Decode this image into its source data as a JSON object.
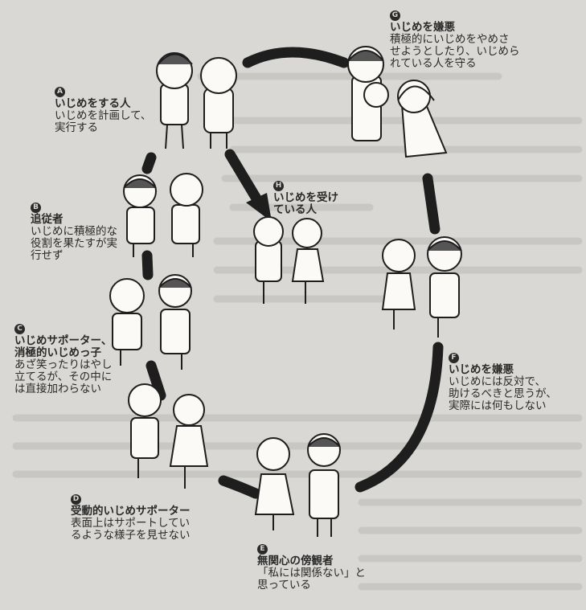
{
  "roles": [
    {
      "id": "A",
      "marker": "A",
      "title": "いじめをする人",
      "lines": [
        "いじめを計画して、",
        "実行する"
      ]
    },
    {
      "id": "B",
      "marker": "B",
      "title": "追従者",
      "lines": [
        "いじめに積極的な",
        "役割を果たすが実",
        "行せず"
      ]
    },
    {
      "id": "C",
      "marker": "C",
      "title": "いじめサポーター、",
      "title2": "消極的いじめっ子",
      "lines": [
        "あざ笑ったりはやし",
        "立てるが、その中に",
        "は直接加わらない"
      ]
    },
    {
      "id": "D",
      "marker": "D",
      "title": "受動的いじめサポーター",
      "lines": [
        "表面上はサポートしてい",
        "るような様子を見せない"
      ]
    },
    {
      "id": "E",
      "marker": "E",
      "title": "無関心の傍観者",
      "lines": [
        "「私には関係ない」と",
        "思っている"
      ]
    },
    {
      "id": "F",
      "marker": "F",
      "title": "いじめを嫌悪",
      "lines": [
        "いじめには反対で、",
        "助けるべきと思うが、",
        "実際には何もしない"
      ]
    },
    {
      "id": "G",
      "marker": "G",
      "title": "いじめを嫌悪",
      "lines": [
        "積極的にいじめをやめさ",
        "せようとしたり、いじめら",
        "れている人を守る"
      ]
    },
    {
      "id": "H",
      "marker": "H",
      "title": "いじめを受け",
      "title2": "ている人",
      "lines": []
    }
  ],
  "colors": {
    "page": "#d9d8d4",
    "ink": "#1e1e1e",
    "text": "#2a2a2a"
  }
}
